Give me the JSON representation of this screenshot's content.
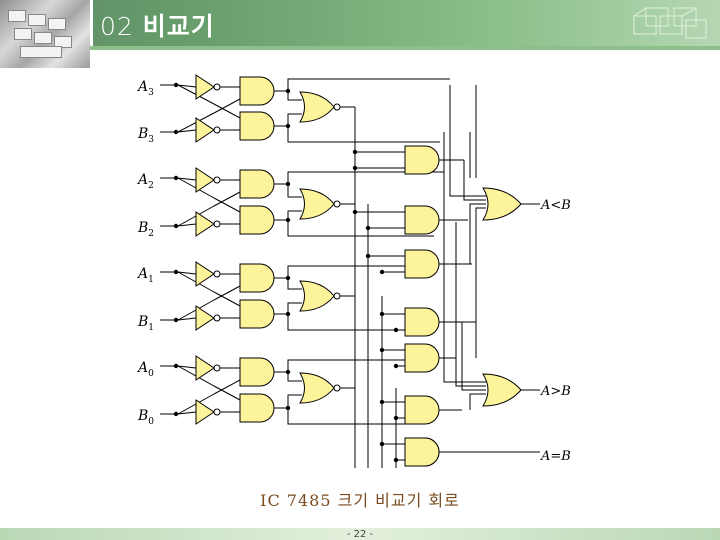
{
  "slide": {
    "number": "02",
    "title": "비교기",
    "caption": "IC 7485 크기 비교기 회로",
    "page": "- 22 -"
  },
  "diagram": {
    "inputs": [
      {
        "letter": "A",
        "sub": "3"
      },
      {
        "letter": "B",
        "sub": "3"
      },
      {
        "letter": "A",
        "sub": "2"
      },
      {
        "letter": "B",
        "sub": "2"
      },
      {
        "letter": "A",
        "sub": "1"
      },
      {
        "letter": "B",
        "sub": "1"
      },
      {
        "letter": "A",
        "sub": "0"
      },
      {
        "letter": "B",
        "sub": "0"
      }
    ],
    "outputs": [
      "A<B",
      "A>B",
      "A=B"
    ]
  },
  "colors": {
    "gate_fill": "#fdf39a",
    "wire": "#000000",
    "header_green": "#69a06d",
    "caption": "#7a4a1e"
  }
}
